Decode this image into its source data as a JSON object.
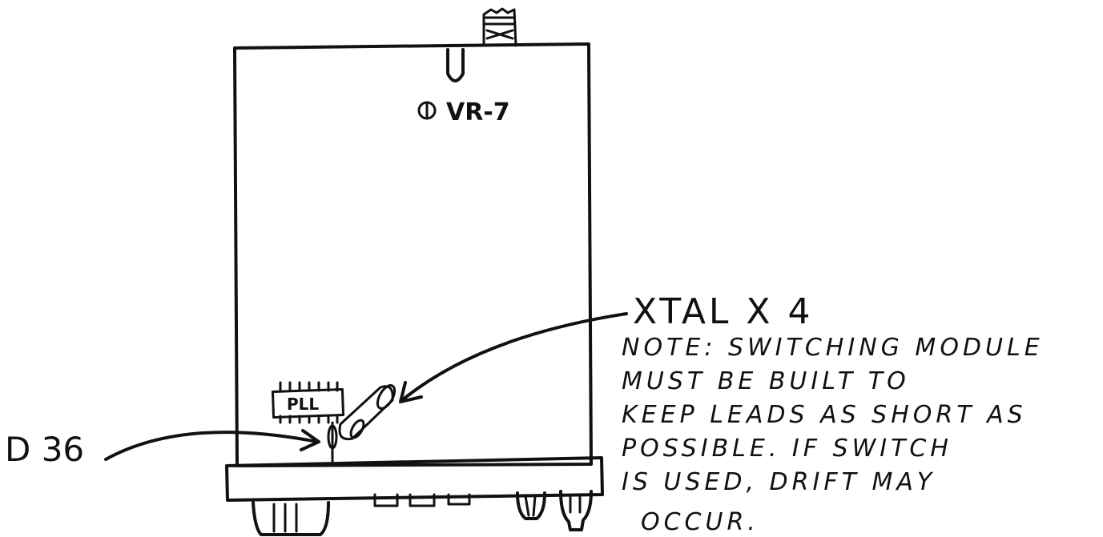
{
  "labels": {
    "vr": "VR-7",
    "pll": "PLL",
    "d36": "D 36",
    "xtal": "XTAL X 4"
  },
  "note": {
    "lines": [
      "NOTE: SWITCHING MODULE",
      "MUST BE BUILT TO",
      "KEEP LEADS AS SHORT AS",
      "POSSIBLE. IF SWITCH",
      "IS USED, DRIFT MAY",
      "OCCUR."
    ]
  }
}
